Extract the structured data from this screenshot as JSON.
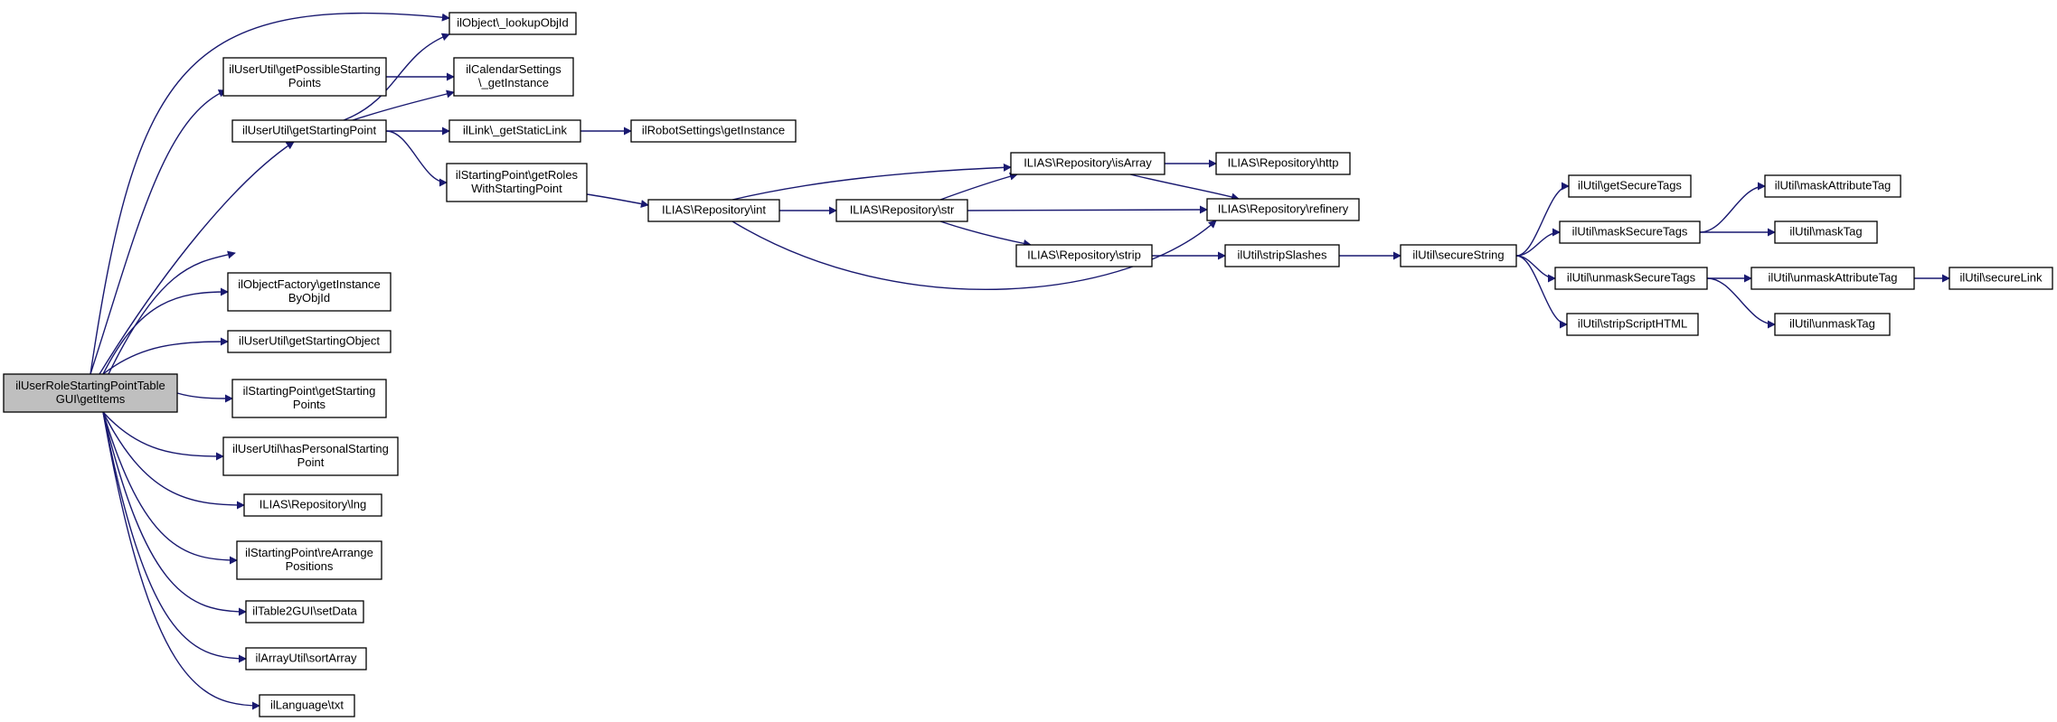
{
  "nodes": [
    {
      "id": "root",
      "lines": [
        "ilUserRoleStartingPointTable",
        "GUI\\getItems"
      ],
      "root": true
    },
    {
      "id": "lookupObjId",
      "lines": [
        "ilObject\\_lookupObjId"
      ]
    },
    {
      "id": "getPossibleStartingPoints",
      "lines": [
        "ilUserUtil\\getPossibleStarting",
        "Points"
      ]
    },
    {
      "id": "calendarGetInstance",
      "lines": [
        "ilCalendarSettings",
        "\\_getInstance"
      ]
    },
    {
      "id": "getStartingPoint",
      "lines": [
        "ilUserUtil\\getStartingPoint"
      ]
    },
    {
      "id": "getStaticLink",
      "lines": [
        "ilLink\\_getStaticLink"
      ]
    },
    {
      "id": "robotGetInstance",
      "lines": [
        "ilRobotSettings\\getInstance"
      ]
    },
    {
      "id": "getRolesWithStartingPoint",
      "lines": [
        "ilStartingPoint\\getRoles",
        "WithStartingPoint"
      ]
    },
    {
      "id": "repoInt",
      "lines": [
        "ILIAS\\Repository\\int"
      ]
    },
    {
      "id": "repoStr",
      "lines": [
        "ILIAS\\Repository\\str"
      ]
    },
    {
      "id": "repoIsArray",
      "lines": [
        "ILIAS\\Repository\\isArray"
      ]
    },
    {
      "id": "repoHttp",
      "lines": [
        "ILIAS\\Repository\\http"
      ]
    },
    {
      "id": "repoRefinery",
      "lines": [
        "ILIAS\\Repository\\refinery"
      ]
    },
    {
      "id": "repoStrip",
      "lines": [
        "ILIAS\\Repository\\strip"
      ]
    },
    {
      "id": "stripSlashes",
      "lines": [
        "ilUtil\\stripSlashes"
      ]
    },
    {
      "id": "secureString",
      "lines": [
        "ilUtil\\secureString"
      ]
    },
    {
      "id": "getSecureTags",
      "lines": [
        "ilUtil\\getSecureTags"
      ]
    },
    {
      "id": "maskSecureTags",
      "lines": [
        "ilUtil\\maskSecureTags"
      ]
    },
    {
      "id": "unmaskSecureTags",
      "lines": [
        "ilUtil\\unmaskSecureTags"
      ]
    },
    {
      "id": "stripScriptHTML",
      "lines": [
        "ilUtil\\stripScriptHTML"
      ]
    },
    {
      "id": "maskAttributeTag",
      "lines": [
        "ilUtil\\maskAttributeTag"
      ]
    },
    {
      "id": "maskTag",
      "lines": [
        "ilUtil\\maskTag"
      ]
    },
    {
      "id": "unmaskAttributeTag",
      "lines": [
        "ilUtil\\unmaskAttributeTag"
      ]
    },
    {
      "id": "unmaskTag",
      "lines": [
        "ilUtil\\unmaskTag"
      ]
    },
    {
      "id": "secureLink",
      "lines": [
        "ilUtil\\secureLink"
      ]
    },
    {
      "id": "getInstanceByObjId",
      "lines": [
        "ilObjectFactory\\getInstance",
        "ByObjId"
      ]
    },
    {
      "id": "getStartingObject",
      "lines": [
        "ilUserUtil\\getStartingObject"
      ]
    },
    {
      "id": "spGetStartingPoints",
      "lines": [
        "ilStartingPoint\\getStarting",
        "Points"
      ]
    },
    {
      "id": "hasPersonalStartingPoint",
      "lines": [
        "ilUserUtil\\hasPersonalStarting",
        "Point"
      ]
    },
    {
      "id": "repoLng",
      "lines": [
        "ILIAS\\Repository\\lng"
      ]
    },
    {
      "id": "reArrangePositions",
      "lines": [
        "ilStartingPoint\\reArrange",
        "Positions"
      ]
    },
    {
      "id": "setData",
      "lines": [
        "ilTable2GUI\\setData"
      ]
    },
    {
      "id": "sortArray",
      "lines": [
        "ilArrayUtil\\sortArray"
      ]
    },
    {
      "id": "txt",
      "lines": [
        "ilLanguage\\txt"
      ]
    }
  ],
  "edges": [
    [
      "root",
      "lookupObjId"
    ],
    [
      "root",
      "getPossibleStartingPoints"
    ],
    [
      "root",
      "getStartingPoint"
    ],
    [
      "root",
      "repoInt"
    ],
    [
      "root",
      "getInstanceByObjId"
    ],
    [
      "root",
      "getStartingObject"
    ],
    [
      "root",
      "spGetStartingPoints"
    ],
    [
      "root",
      "hasPersonalStartingPoint"
    ],
    [
      "root",
      "repoLng"
    ],
    [
      "root",
      "reArrangePositions"
    ],
    [
      "root",
      "setData"
    ],
    [
      "root",
      "sortArray"
    ],
    [
      "root",
      "txt"
    ],
    [
      "getPossibleStartingPoints",
      "calendarGetInstance"
    ],
    [
      "getStartingPoint",
      "lookupObjId"
    ],
    [
      "getStartingPoint",
      "calendarGetInstance"
    ],
    [
      "getStartingPoint",
      "getStaticLink"
    ],
    [
      "getStartingPoint",
      "getRolesWithStartingPoint"
    ],
    [
      "getStaticLink",
      "robotGetInstance"
    ],
    [
      "getRolesWithStartingPoint",
      "repoInt"
    ],
    [
      "repoInt",
      "repoIsArray"
    ],
    [
      "repoInt",
      "repoStr"
    ],
    [
      "repoInt",
      "repoRefinery"
    ],
    [
      "repoStr",
      "repoIsArray"
    ],
    [
      "repoStr",
      "repoRefinery"
    ],
    [
      "repoStr",
      "repoStrip"
    ],
    [
      "repoIsArray",
      "repoHttp"
    ],
    [
      "repoIsArray",
      "repoRefinery"
    ],
    [
      "repoStrip",
      "stripSlashes"
    ],
    [
      "stripSlashes",
      "secureString"
    ],
    [
      "secureString",
      "getSecureTags"
    ],
    [
      "secureString",
      "maskSecureTags"
    ],
    [
      "secureString",
      "unmaskSecureTags"
    ],
    [
      "secureString",
      "stripScriptHTML"
    ],
    [
      "maskSecureTags",
      "maskAttributeTag"
    ],
    [
      "maskSecureTags",
      "maskTag"
    ],
    [
      "unmaskSecureTags",
      "unmaskAttributeTag"
    ],
    [
      "unmaskSecureTags",
      "unmaskTag"
    ],
    [
      "unmaskAttributeTag",
      "secureLink"
    ]
  ]
}
